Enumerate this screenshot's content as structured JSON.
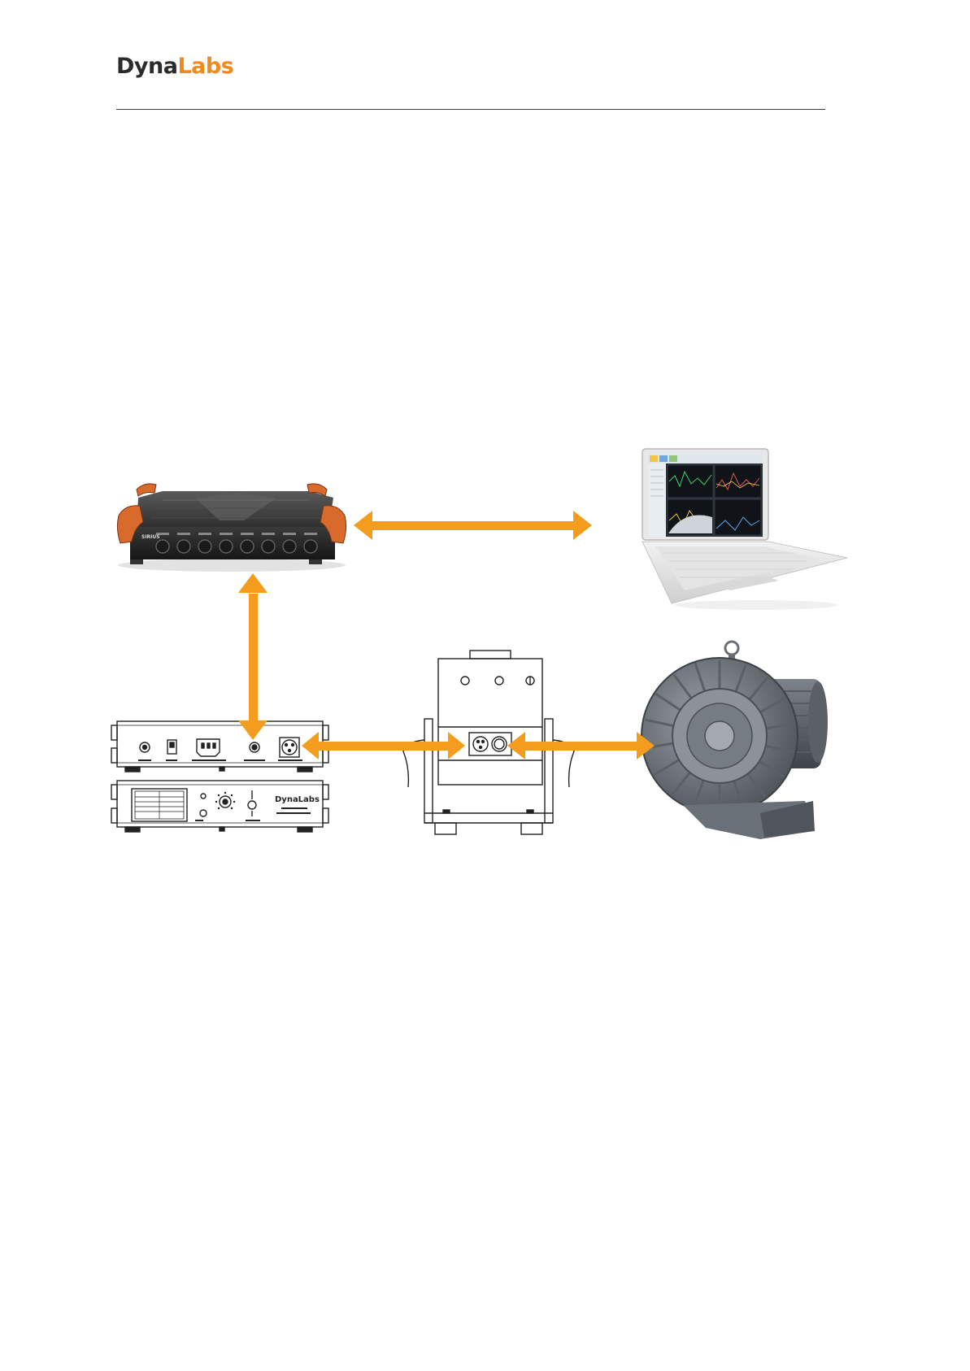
{
  "header": {
    "brand_part1": "Dyna",
    "brand_part2": "Labs"
  },
  "diagram": {
    "equipment": {
      "daq_badge": "SIRIUS",
      "panel_brand": "DynaLabs"
    },
    "colors": {
      "arrow": "#f39c1e",
      "brand_orange": "#f08a1c",
      "brand_dark": "#2b2b2b",
      "line_art": "#222222"
    },
    "icons": [
      "daq-device-icon",
      "laptop-icon",
      "amplifier-icon",
      "shaker-icon",
      "blower-motor-icon"
    ]
  }
}
